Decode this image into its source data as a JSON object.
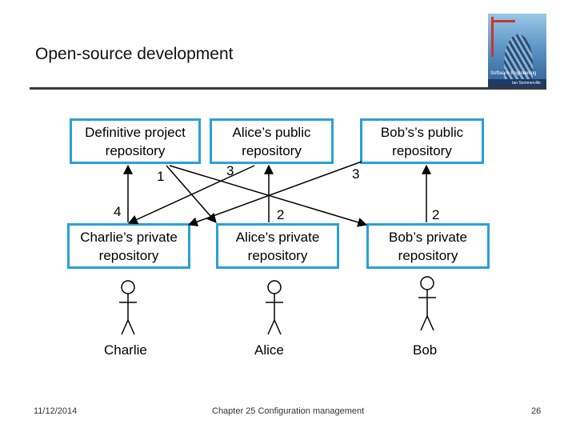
{
  "slide": {
    "title": "Open-source development",
    "cover": {
      "title": "Software Engineering",
      "author": "Ian Sommerville"
    }
  },
  "diagram": {
    "boxes": {
      "definitive": [
        "Definitive project",
        "repository"
      ],
      "alice_public": [
        "Alice’s public",
        "repository"
      ],
      "bob_public": [
        "Bob’s’s public",
        "repository"
      ],
      "charlie_private": [
        "Charlie’s private",
        "repository"
      ],
      "alice_private": [
        "Alice’s private",
        "repository"
      ],
      "bob_private": [
        "Bob’s private",
        "repository"
      ]
    },
    "labels": {
      "n1": "1",
      "n3a": "3",
      "n3b": "3",
      "n4": "4",
      "n2a": "2",
      "n2b": "2"
    },
    "people": [
      "Charlie",
      "Alice",
      "Bob"
    ]
  },
  "footer": {
    "date": "11/12/2014",
    "chapter": "Chapter 25 Configuration management",
    "page": "26"
  }
}
